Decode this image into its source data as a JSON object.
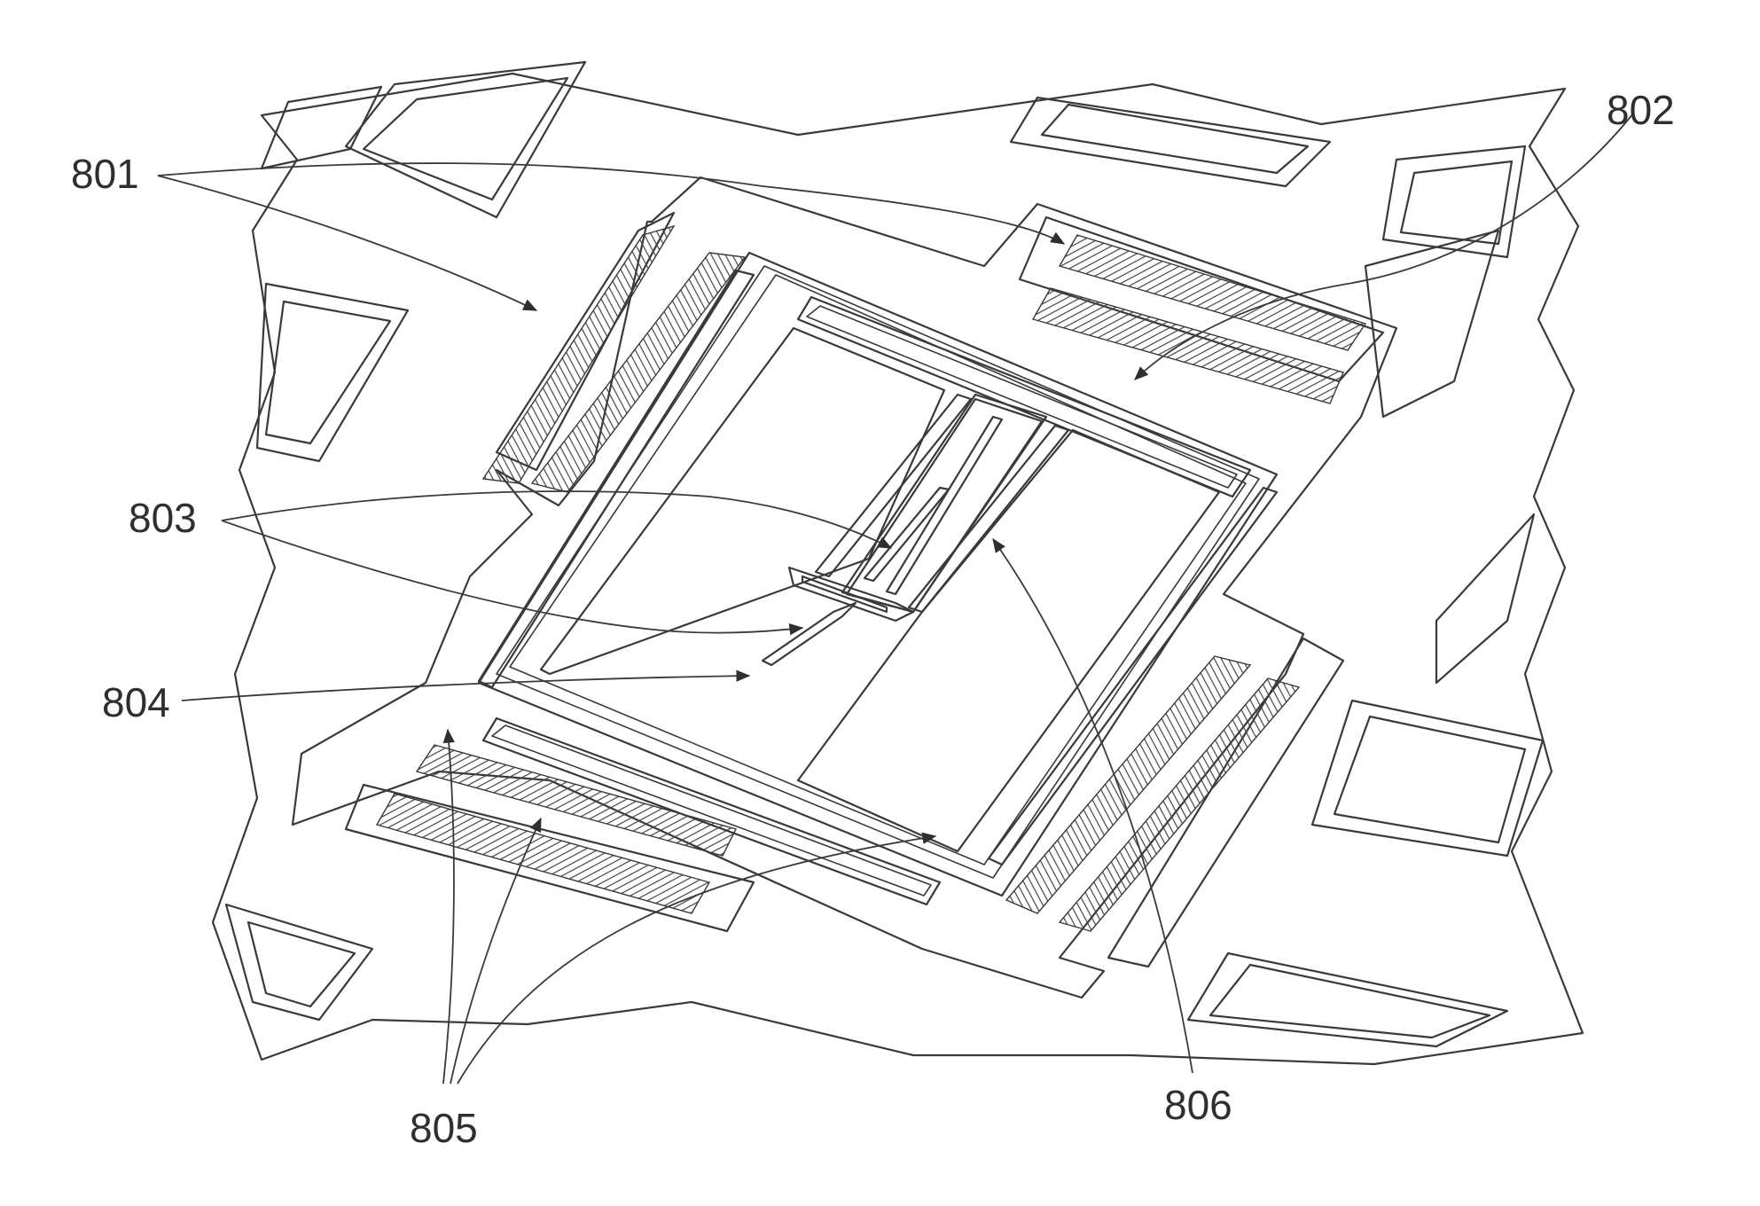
{
  "figure": {
    "labels": {
      "l801": "801",
      "l802": "802",
      "l803": "803",
      "l804": "804",
      "l805": "805",
      "l806": "806"
    },
    "colors": {
      "line": "#3a3a3a",
      "background": "#ffffff"
    }
  }
}
